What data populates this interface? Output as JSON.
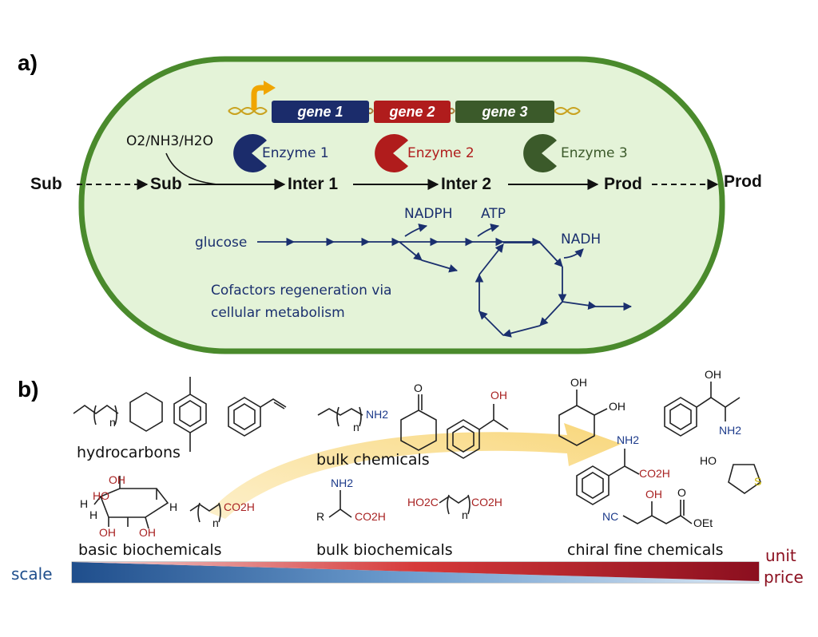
{
  "panel_a": {
    "label": "a)",
    "genes": [
      "gene 1",
      "gene 2",
      "gene 3"
    ],
    "gene_colors": [
      "#1b2c6b",
      "#b01c1c",
      "#3b5a2a"
    ],
    "enzymes": [
      "Enzyme 1",
      "Enzyme 2",
      "Enzyme 3"
    ],
    "enzyme_colors": [
      "#1b2c6b",
      "#b01c1c",
      "#3b5a2a"
    ],
    "cosubstrates": "O2/NH3/H2O",
    "flow": {
      "sub_outside": "Sub",
      "sub_inside": "Sub",
      "inter1": "Inter 1",
      "inter2": "Inter 2",
      "prod_inside": "Prod",
      "prod_outside": "Prod"
    },
    "metabolism": {
      "glucose": "glucose",
      "nadph": "NADPH",
      "atp": "ATP",
      "nadh": "NADH",
      "caption_line1": "Cofactors regeneration via",
      "caption_line2": "cellular metabolism"
    },
    "cell_fill": "#e4f3d8",
    "cell_border": "#4a8a2c"
  },
  "panel_b": {
    "label": "b)",
    "categories": {
      "hydrocarbons": "hydrocarbons",
      "bulk_chemicals": "bulk chemicals",
      "basic_biochemicals": "basic biochemicals",
      "bulk_biochemicals": "bulk biochemicals",
      "chiral_fine_chemicals": "chiral fine chemicals"
    },
    "scale_label": "scale",
    "unit_price_line1": "unit",
    "unit_price_line2": "price",
    "chem_labels": {
      "n": "n",
      "nh2": "NH2",
      "oh": "OH",
      "o": "O",
      "co2h": "CO2H",
      "ho2c": "HO2C",
      "r": "R",
      "h": "H",
      "ho": "HO",
      "s": "S",
      "nc": "NC",
      "oet": "OEt"
    }
  }
}
